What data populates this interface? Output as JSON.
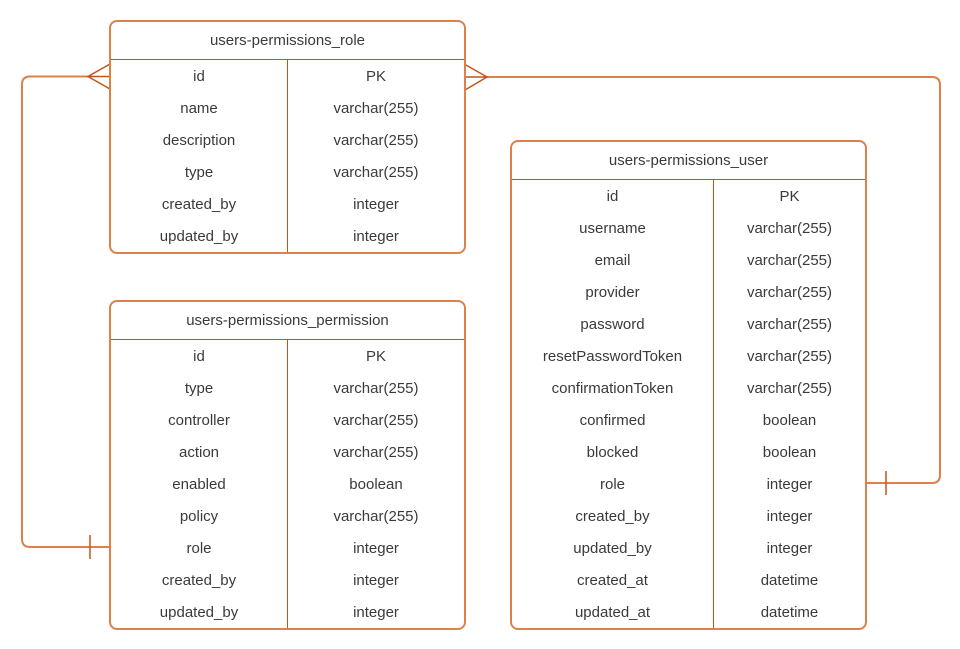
{
  "diagram": {
    "type": "entity-relationship",
    "background": "#ffffff",
    "colors": {
      "table_border": "#DD8148",
      "inner_divider": "#C2541A",
      "connector_line": "#DD8049",
      "marker": "#C2541A",
      "text": "#3A3A3A"
    },
    "tables": [
      {
        "title": "users-permissions_role",
        "fields": [
          {
            "name": "id",
            "type": "PK"
          },
          {
            "name": "name",
            "type": "varchar(255)"
          },
          {
            "name": "description",
            "type": "varchar(255)"
          },
          {
            "name": "type",
            "type": "varchar(255)"
          },
          {
            "name": "created_by",
            "type": "integer"
          },
          {
            "name": "updated_by",
            "type": "integer"
          }
        ]
      },
      {
        "title": "users-permissions_permission",
        "fields": [
          {
            "name": "id",
            "type": "PK"
          },
          {
            "name": "type",
            "type": "varchar(255)"
          },
          {
            "name": "controller",
            "type": "varchar(255)"
          },
          {
            "name": "action",
            "type": "varchar(255)"
          },
          {
            "name": "enabled",
            "type": "boolean"
          },
          {
            "name": "policy",
            "type": "varchar(255)"
          },
          {
            "name": "role",
            "type": "integer"
          },
          {
            "name": "created_by",
            "type": "integer"
          },
          {
            "name": "updated_by",
            "type": "integer"
          }
        ]
      },
      {
        "title": "users-permissions_user",
        "fields": [
          {
            "name": "id",
            "type": "PK"
          },
          {
            "name": "username",
            "type": "varchar(255)"
          },
          {
            "name": "email",
            "type": "varchar(255)"
          },
          {
            "name": "provider",
            "type": "varchar(255)"
          },
          {
            "name": "password",
            "type": "varchar(255)"
          },
          {
            "name": "resetPasswordToken",
            "type": "varchar(255)"
          },
          {
            "name": "confirmationToken",
            "type": "varchar(255)"
          },
          {
            "name": "confirmed",
            "type": "boolean"
          },
          {
            "name": "blocked",
            "type": "boolean"
          },
          {
            "name": "role",
            "type": "integer"
          },
          {
            "name": "created_by",
            "type": "integer"
          },
          {
            "name": "updated_by",
            "type": "integer"
          },
          {
            "name": "created_at",
            "type": "datetime"
          },
          {
            "name": "updated_at",
            "type": "datetime"
          }
        ]
      }
    ],
    "relationships": [
      {
        "from_table": "users-permissions_role",
        "from_cardinality": "many",
        "to_table": "users-permissions_permission",
        "to_field": "role",
        "to_cardinality": "one"
      },
      {
        "from_table": "users-permissions_role",
        "from_cardinality": "many",
        "to_table": "users-permissions_user",
        "to_field": "role",
        "to_cardinality": "one"
      }
    ]
  }
}
